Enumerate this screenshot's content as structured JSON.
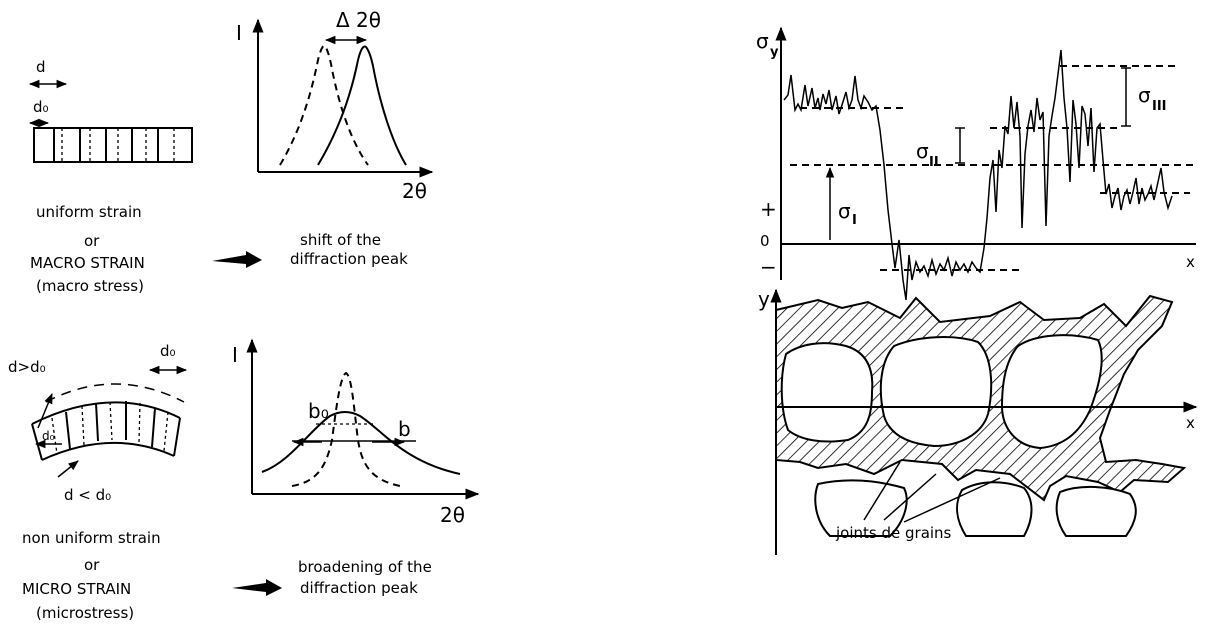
{
  "left_panel": {
    "macro": {
      "d_label": "d",
      "d0_label": "d₀",
      "plot_y_label": "I",
      "plot_x_label": "2θ",
      "shift_label": "Δ 2θ",
      "caption_line1": "uniform  strain",
      "caption_line2": "or",
      "caption_line3": "MACRO STRAIN",
      "caption_line4": "(macro stress)",
      "result_line1": "shift  of  the",
      "result_line2": "diffraction  peak"
    },
    "micro": {
      "d_gt_label": "d>d₀",
      "d0_label": "d₀",
      "d0_inner_label": "d₀",
      "d_lt_label": "d < d₀",
      "plot_y_label": "I",
      "plot_x_label": "2θ",
      "b0_label": "b₀",
      "b_label": "b",
      "caption_line1": "non  uniform  strain",
      "caption_line2": "or",
      "caption_line3": "MICRO STRAIN",
      "caption_line4": "(microstress)",
      "result_line1": "broadening  of  the",
      "result_line2": "diffraction  peak"
    }
  },
  "right_panel": {
    "stress_plot": {
      "y_label": "σ",
      "y_label_sub": "y",
      "x_label": "x",
      "plus_label": "+",
      "zero_label": "0",
      "minus_label": "−",
      "sigma1_label": "σ",
      "sigma1_sub": "I",
      "sigma2_label": "σ",
      "sigma2_sub": "II",
      "sigma3_label": "σ",
      "sigma3_sub": "III"
    },
    "grain_plot": {
      "y_label": "y",
      "x_label": "x",
      "grain_boundary_label": "joints  de  grains"
    }
  }
}
